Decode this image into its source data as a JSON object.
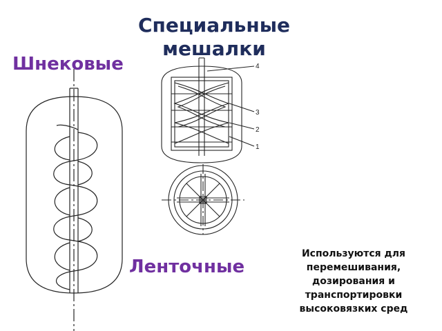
{
  "slide": {
    "title": "Специальные мешалки",
    "label_screw": "Шнековые",
    "label_ribbon": "Ленточные",
    "caption": "Используются для перемешивания, дозирования и транспортировки высоковязких сред"
  },
  "drawing": {
    "callouts": [
      "4",
      "3",
      "2",
      "1"
    ]
  },
  "colors": {
    "title": "#1f2d5c",
    "accent": "#7030a0",
    "line": "#222222"
  }
}
